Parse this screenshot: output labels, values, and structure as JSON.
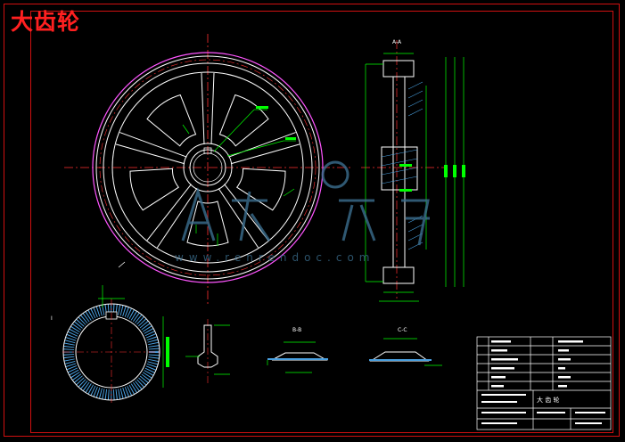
{
  "drawing": {
    "title": "大齿轮",
    "colors": {
      "background": "#000000",
      "frame": "#d01010",
      "outline": "#ffffff",
      "rim_outer": "#ff55ff",
      "centerline": "#ff3030",
      "dimension": "#00ff00",
      "hatch": "#4aa0e0",
      "section_outline": "#ffff66",
      "watermark": "#3b6f8f"
    },
    "view_labels": {
      "section_aa": "A-A",
      "section_bb": "B-B",
      "section_cc": "C-C",
      "detail": "I"
    },
    "watermark": {
      "text": "www.renrendoc.com"
    },
    "title_block": {
      "part_name": "大 齿 轮"
    }
  }
}
